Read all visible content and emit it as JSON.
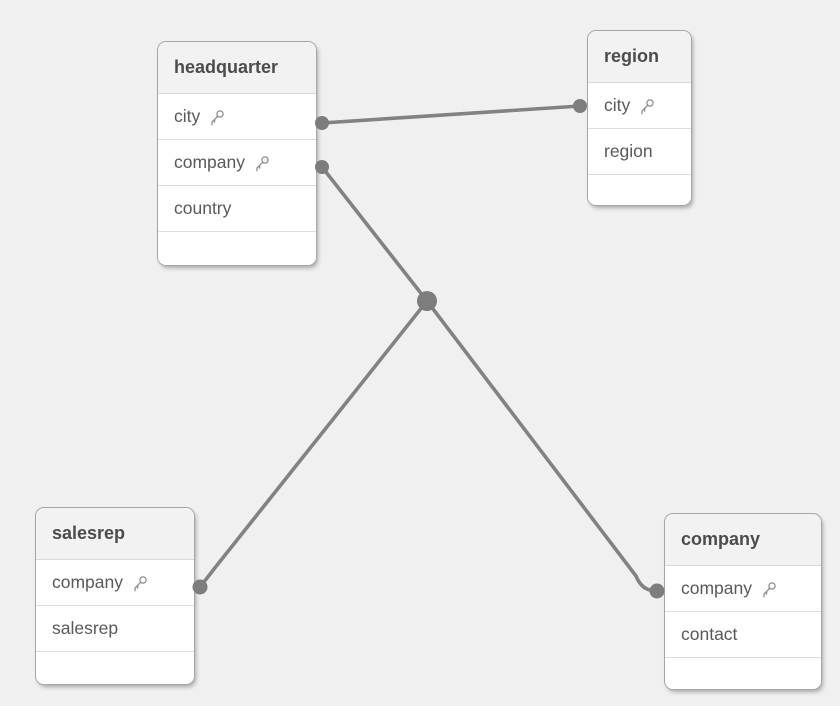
{
  "canvas": {
    "background": "#f0f0f1"
  },
  "colors": {
    "connector": "#828282",
    "connection_dot": "#7d7d7d",
    "table_border": "#a6a6a6",
    "table_header_bg": "#f2f2f2",
    "table_body_bg": "#ffffff",
    "header_text": "#4c4c4c",
    "row_text": "#595959",
    "row_divider": "#dcdcdc"
  },
  "icons": {
    "key": "key-icon"
  },
  "tables": [
    {
      "title": "headquarter",
      "fields": [
        {
          "name": "city",
          "key": true
        },
        {
          "name": "company",
          "key": true
        },
        {
          "name": "country",
          "key": false
        }
      ]
    },
    {
      "title": "region",
      "fields": [
        {
          "name": "city",
          "key": true
        },
        {
          "name": "region",
          "key": false
        }
      ]
    },
    {
      "title": "salesrep",
      "fields": [
        {
          "name": "company",
          "key": true
        },
        {
          "name": "salesrep",
          "key": false
        }
      ]
    },
    {
      "title": "company",
      "fields": [
        {
          "name": "company",
          "key": true
        },
        {
          "name": "contact",
          "key": false
        }
      ]
    }
  ],
  "connections": [
    {
      "from": "headquarter.city",
      "to": "region.city"
    },
    {
      "from": "headquarter.company",
      "to": "salesrep.company",
      "via": "junction"
    },
    {
      "from": "headquarter.company",
      "to": "company.company",
      "via": "junction"
    }
  ]
}
